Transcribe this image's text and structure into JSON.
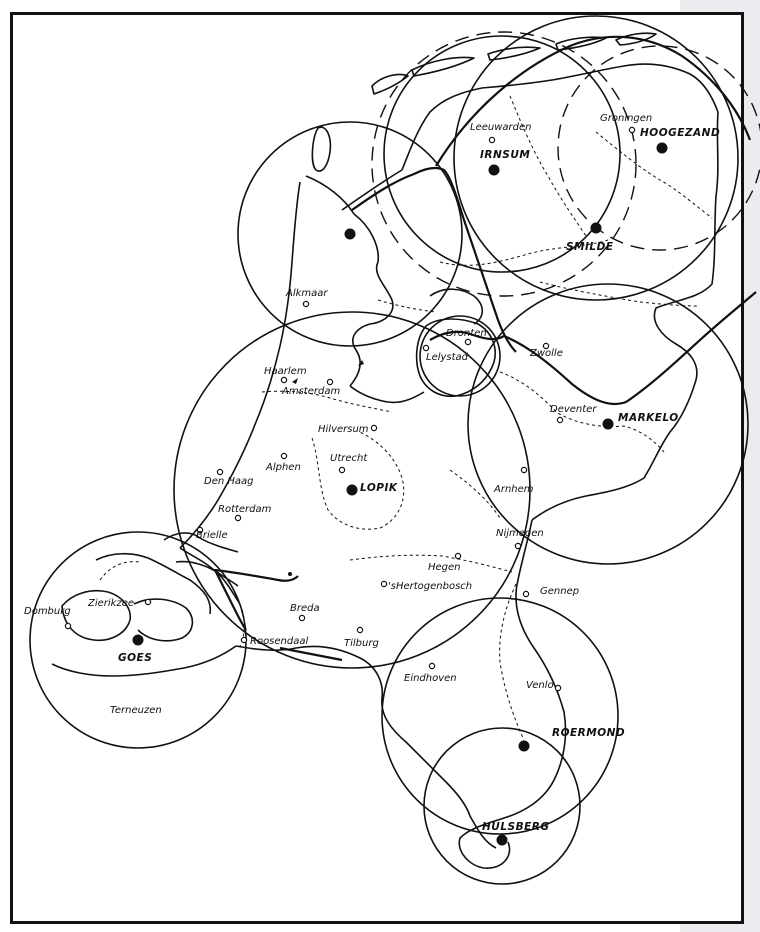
{
  "stations": [
    {
      "id": "irnsum",
      "name": "IRNSUM"
    },
    {
      "id": "hoogezand",
      "name": "HOOGEZAND"
    },
    {
      "id": "smilde",
      "name": "SMILDE"
    },
    {
      "id": "markelo",
      "name": "MARKELO"
    },
    {
      "id": "lopik",
      "name": "LOPIK"
    },
    {
      "id": "goes",
      "name": "GOES"
    },
    {
      "id": "roermond",
      "name": "ROERMOND"
    },
    {
      "id": "hulsberg",
      "name": "HULSBERG"
    }
  ],
  "places": [
    {
      "id": "leeuwarden",
      "name": "Leeuwarden"
    },
    {
      "id": "groningen",
      "name": "Groningen"
    },
    {
      "id": "alkmaar",
      "name": "Alkmaar"
    },
    {
      "id": "dronten",
      "name": "Dronten"
    },
    {
      "id": "lelystad",
      "name": "Lelystad"
    },
    {
      "id": "zwolle",
      "name": "Zwolle"
    },
    {
      "id": "haarlem",
      "name": "Haarlem"
    },
    {
      "id": "amsterdam",
      "name": "Amsterdam"
    },
    {
      "id": "deventer",
      "name": "Deventer"
    },
    {
      "id": "hilversum",
      "name": "Hilversum"
    },
    {
      "id": "alphen",
      "name": "Alphen"
    },
    {
      "id": "utrecht",
      "name": "Utrecht"
    },
    {
      "id": "den-haag",
      "name": "Den Haag"
    },
    {
      "id": "rotterdam",
      "name": "Rotterdam"
    },
    {
      "id": "arnhem",
      "name": "Arnhem"
    },
    {
      "id": "brielle",
      "name": "Brielle"
    },
    {
      "id": "nijmegen",
      "name": "Nijmegen"
    },
    {
      "id": "hegen",
      "name": "Hegen"
    },
    {
      "id": "shertogenbosch",
      "name": "'sHertogenbosch"
    },
    {
      "id": "gennep",
      "name": "Gennep"
    },
    {
      "id": "zierikzee",
      "name": "Zierikzee"
    },
    {
      "id": "domburg",
      "name": "Domburg"
    },
    {
      "id": "breda",
      "name": "Breda"
    },
    {
      "id": "roosendaal",
      "name": "Roosendaal"
    },
    {
      "id": "tilburg",
      "name": "Tilburg"
    },
    {
      "id": "eindhoven",
      "name": "Eindhoven"
    },
    {
      "id": "venlo",
      "name": "Venlo"
    },
    {
      "id": "terneuzen",
      "name": "Terneuzen"
    }
  ]
}
